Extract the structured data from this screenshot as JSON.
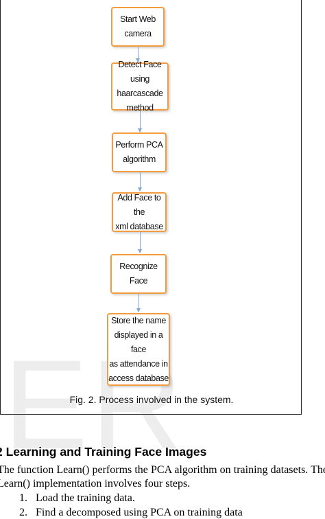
{
  "figure": {
    "steps": [
      "Start Web\ncamera",
      "Detect Face using\nhaarcascade\nmethod",
      "Perform PCA\nalgorithm",
      "Add Face to the\nxml database",
      "Recognize Face",
      "Store the name\ndisplayed in a face\nas attendance in\naccess database"
    ],
    "caption": "Fig. 2. Process involved in the system.",
    "colors": {
      "box_border": "#f39b3d",
      "arrow": "#7fa8d8"
    }
  },
  "watermark": "ER",
  "section": {
    "heading": "2 Learning and Training Face Images",
    "paragraph": "The function Learn() performs the PCA algorithm on training datasets. The Learn() implementation involves four steps.",
    "list": [
      {
        "number": "1.",
        "text": "Load the training data."
      },
      {
        "number": "2.",
        "text": "Find a decomposed using PCA on training data"
      }
    ]
  }
}
